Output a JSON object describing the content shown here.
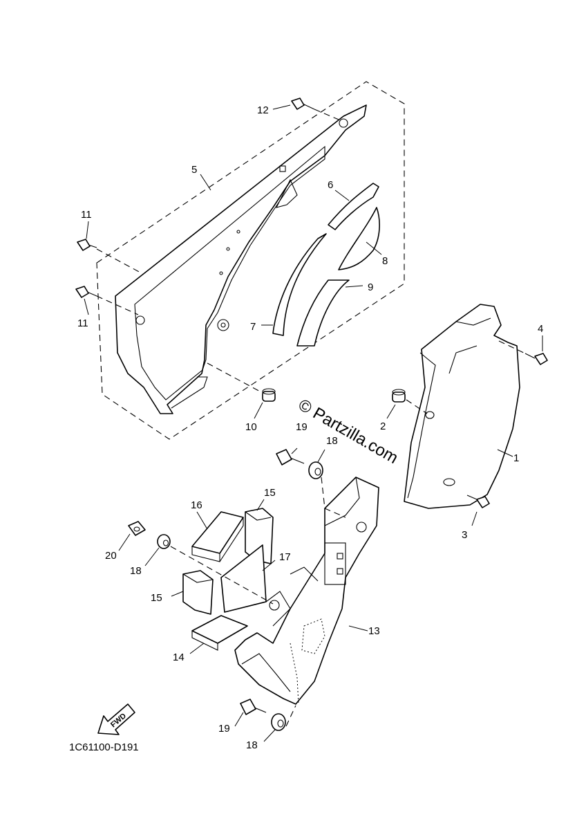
{
  "diagram_code": "1C61100-D191",
  "watermark": "© Partzilla.com",
  "fwd_label": "FWD",
  "callouts": {
    "c1": "1",
    "c2": "2",
    "c3": "3",
    "c4": "4",
    "c5": "5",
    "c6": "6",
    "c7": "7",
    "c8": "8",
    "c9": "9",
    "c10": "10",
    "c11a": "11",
    "c11b": "11",
    "c12": "12",
    "c13": "13",
    "c14": "14",
    "c15a": "15",
    "c15b": "15",
    "c16": "16",
    "c17": "17",
    "c18a": "18",
    "c18b": "18",
    "c18c": "18",
    "c19a": "19",
    "c19b": "19",
    "c20": "20"
  }
}
